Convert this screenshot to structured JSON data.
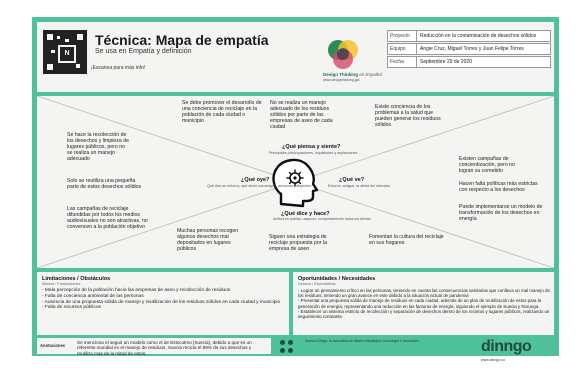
{
  "header": {
    "title": "Técnica: Mapa de empatía",
    "subtitle": "Se usa en Empatía y definición",
    "qr_caption": "¡Escanea para más info!",
    "qr_badge": "N",
    "logo_name": "Design Thinking",
    "logo_suffix": "en Español",
    "logo_url": "www.designthinking.gal",
    "meta": [
      {
        "label": "Proyecto",
        "value": "Reducción en la contaminación de desechos sólidos"
      },
      {
        "label": "Equipo",
        "value": "Angie Cruz, Miguel Torres y Juan Felipe Torres"
      },
      {
        "label": "Fecha",
        "value": "Septiembre 29 de 2020"
      }
    ]
  },
  "map": {
    "think": {
      "title": "¿Qué piensa y siente?",
      "subtitle": "Principales preocupaciones, inquietudes y aspiraciones"
    },
    "hear": {
      "title": "¿Qué oye?",
      "subtitle": "Qué dice su entorno, qué dicen sus amigos, personas influyentes"
    },
    "see": {
      "title": "¿Qué ve?",
      "subtitle": "Entorno, amigos, la oferta del mercado"
    },
    "say_do": {
      "title": "¿Qué dice y hace?",
      "subtitle": "Actitud en público, aspecto, comportamiento hacia los demás"
    },
    "notes": {
      "top_left": "Se debe promover el desarrollo de una conciencia de reciclaje en la población de cada ciudad o municipio",
      "top_center": "No se realiza un manejo adecuado de los residuos sólidos por parte de las empresas de aseo de cada ciudad",
      "top_right": "Existe conciencia de los problemas a la salud que pueden generar los residuos sólidos",
      "left_1": "Se hace la recolección de los desechos y limpieza de lugares públicos, pero no se realiza un manejo adecuado",
      "left_2": "Solo se reutiliza una pequeña parte de estos desechos sólidos",
      "left_3": "Las campañas de reciclaje difundidas por todos los medios audiovisuales no son atractivas, no convencen a la población objetivo",
      "right_1": "Existen campañas de concientización, pero no logran su cometido",
      "right_2": "Hacen falta políticas más estrictas con respecto a los desechos",
      "right_3": "Puede implementarse un modelo de transformación de los desechos en energía",
      "bottom_left": "Muchas personas recogen algunos desechos mal depositados en lugares públicos",
      "bottom_center": "Siguen una estrategia de reciclaje propuesta por la empresa de aseo",
      "bottom_right": "Fomentan la cultura del reciclaje en sus hogares"
    }
  },
  "limitations": {
    "title": "Limitaciones / Obstáculos",
    "subtitle": "Miedos / Frustraciones",
    "items": [
      "- Mala percepción de la población hacia las empresas de aseo y recolección de residuos",
      "- Falta de conciencia ambiental de las personas",
      "- Ausencia de una propuesta sólida de manejo y reutilización de los residuos sólidos en cada ciudad y municipio",
      "- Falta de recursos públicos"
    ]
  },
  "opportunities": {
    "title": "Oportunidades / Necesidades",
    "subtitle": "Deseos / Expectativas",
    "items": [
      "- Lograr un pensamiento crítico en las personas, teniendo en cuenta las consecuencias sanitarias que conlleva un mal manejo de los residuos, teniendo un gran avance en este debido a la situación actual de pandemia",
      "- Presentar una propuesta sólida de manejo de residuos en cada ciudad, además de un plan de reutilización de estos para la generación de energía, representando una reducción en las facturas de energía, siguiendo el ejemplo de Suecia y Noruega.",
      "- Establecer un sistema estricto de recolección y separación de desechos dentro de los recintos y lugares públicos, realizando un seguimiento constante."
    ]
  },
  "footer": {
    "notes_label": "Anotaciones",
    "notes_text": "Se menciona el seguir un modelo como el de Estocolmo (Suecia), debido a que es un referente mundial en el manejo de residuos, Suecia recicla el 99% de sus desechos y reutiliza mas de la mitad de estos.",
    "info": "Somos Dinngo, la consultora de diseño estratégico, tecnología e innovación.",
    "brand": "dinngo",
    "brand_url": "www.dinngo.co"
  },
  "colors": {
    "frame": "#4fc19b",
    "panel": "#f4f4f2",
    "brand": "#1f4d3d"
  }
}
